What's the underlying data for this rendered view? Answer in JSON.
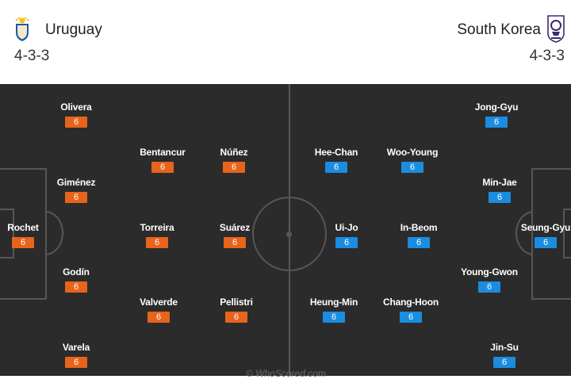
{
  "home": {
    "name": "Uruguay",
    "formation": "4-3-3",
    "color": "#e8631c",
    "crest_icon": "uruguay-crest-icon",
    "players": [
      {
        "name": "Rochet",
        "rating": "6"
      },
      {
        "name": "Olivera",
        "rating": "6"
      },
      {
        "name": "Giménez",
        "rating": "6"
      },
      {
        "name": "Godín",
        "rating": "6"
      },
      {
        "name": "Varela",
        "rating": "6"
      },
      {
        "name": "Bentancur",
        "rating": "6"
      },
      {
        "name": "Torreira",
        "rating": "6"
      },
      {
        "name": "Valverde",
        "rating": "6"
      },
      {
        "name": "Núñez",
        "rating": "6"
      },
      {
        "name": "Suárez",
        "rating": "6"
      },
      {
        "name": "Pellistri",
        "rating": "6"
      }
    ]
  },
  "away": {
    "name": "South Korea",
    "formation": "4-3-3",
    "color": "#1a8de0",
    "crest_icon": "south-korea-crest-icon",
    "players": [
      {
        "name": "Seung-Gyu",
        "rating": "6"
      },
      {
        "name": "Jong-Gyu",
        "rating": "6"
      },
      {
        "name": "Min-Jae",
        "rating": "6"
      },
      {
        "name": "Young-Gwon",
        "rating": "6"
      },
      {
        "name": "Jin-Su",
        "rating": "6"
      },
      {
        "name": "Woo-Young",
        "rating": "6"
      },
      {
        "name": "In-Beom",
        "rating": "6"
      },
      {
        "name": "Chang-Hoon",
        "rating": "6"
      },
      {
        "name": "Hee-Chan",
        "rating": "6"
      },
      {
        "name": "Ui-Jo",
        "rating": "6"
      },
      {
        "name": "Heung-Min",
        "rating": "6"
      }
    ]
  },
  "watermark": "© WhoScored.com"
}
